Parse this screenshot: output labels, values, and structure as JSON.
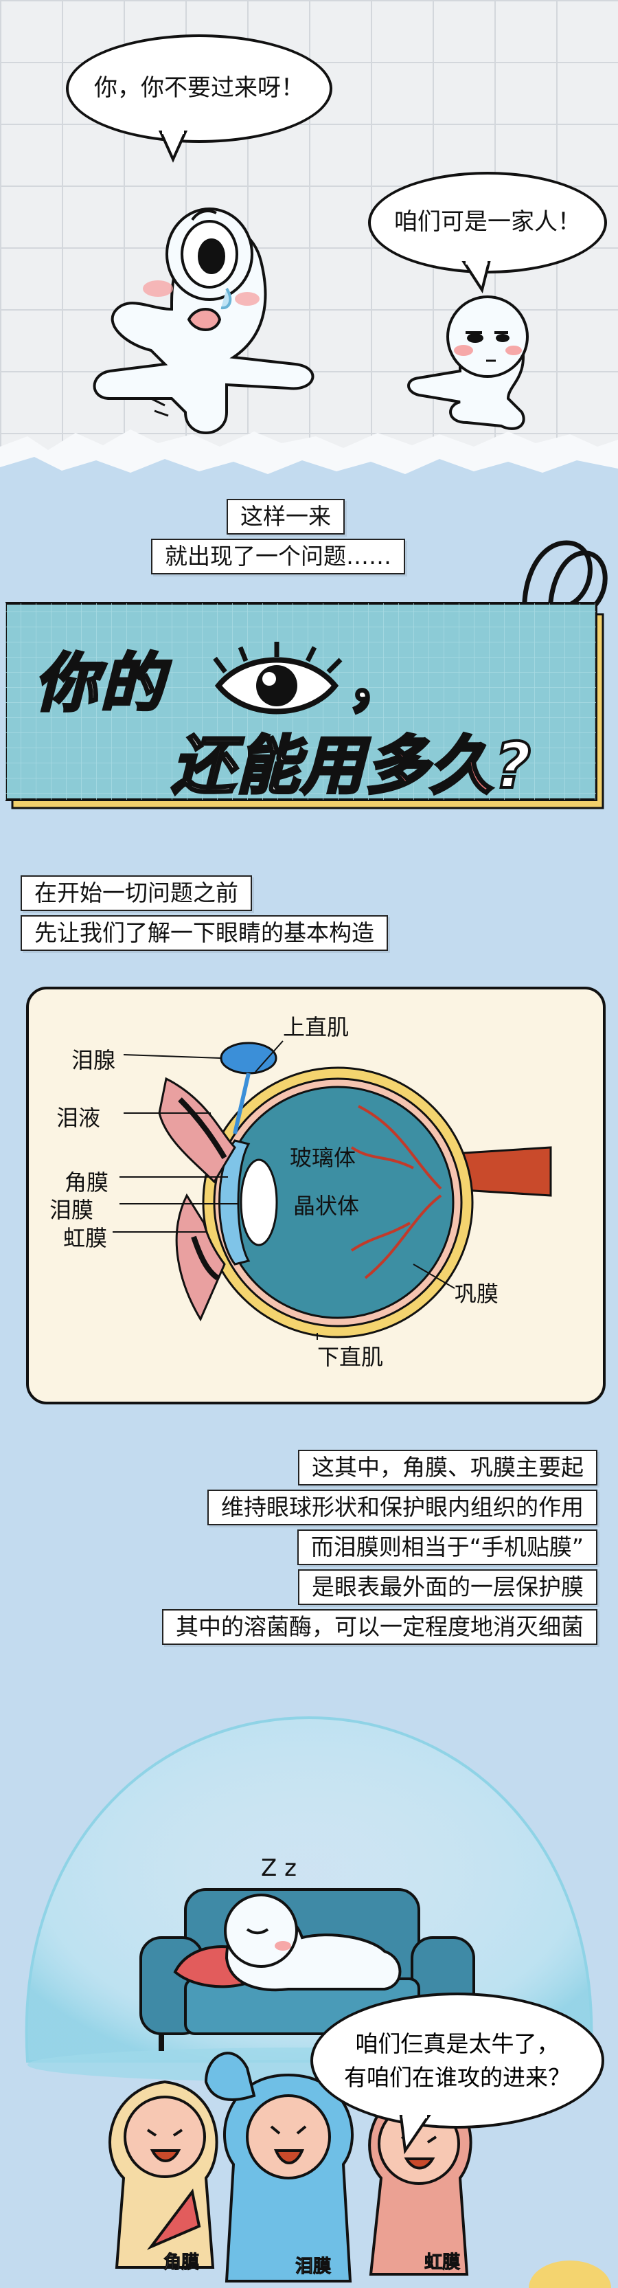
{
  "bubble_left": "你，你不要过来呀！",
  "bubble_right": "咱们可是一家人！",
  "transition_lines": [
    "这样一来",
    "就出现了一个问题……"
  ],
  "title": {
    "line1_prefix": "你的",
    "line1_comma": "，",
    "line2_prefix": "还能用",
    "line2_highlight": "多久",
    "line2_suffix": "?"
  },
  "intro_lines": [
    "在开始一切问题之前",
    "先让我们了解一下眼睛的基本构造"
  ],
  "eye_labels": {
    "superior_rectus": "上直肌",
    "lacrimal_gland": "泪腺",
    "tear_fluid": "泪液",
    "cornea": "角膜",
    "tear_film": "泪膜",
    "iris": "虹膜",
    "vitreous": "玻璃体",
    "lens": "晶状体",
    "sclera": "巩膜",
    "inferior_rectus": "下直肌"
  },
  "explain_lines": [
    "这其中，角膜、巩膜主要起",
    "维持眼球形状和保护眼内组织的作用",
    "而泪膜则相当于“手机贴膜”",
    "是眼表最外面的一层保护膜",
    "其中的溶菌酶，可以一定程度地消灭细菌"
  ],
  "sleep_z": "Z z",
  "bubble_bottom": [
    "咱们仨真是太牛了，",
    "有咱们在谁攻的进来？"
  ],
  "character_tags": [
    "角膜",
    "泪膜",
    "虹膜"
  ],
  "colors": {
    "background_blue": "#c3dbef",
    "title_bg": "#8ccbd6",
    "highlight_pink": "#f07878",
    "eye_fill": "#3d8fa3",
    "muscle_red": "#c94a2b"
  }
}
